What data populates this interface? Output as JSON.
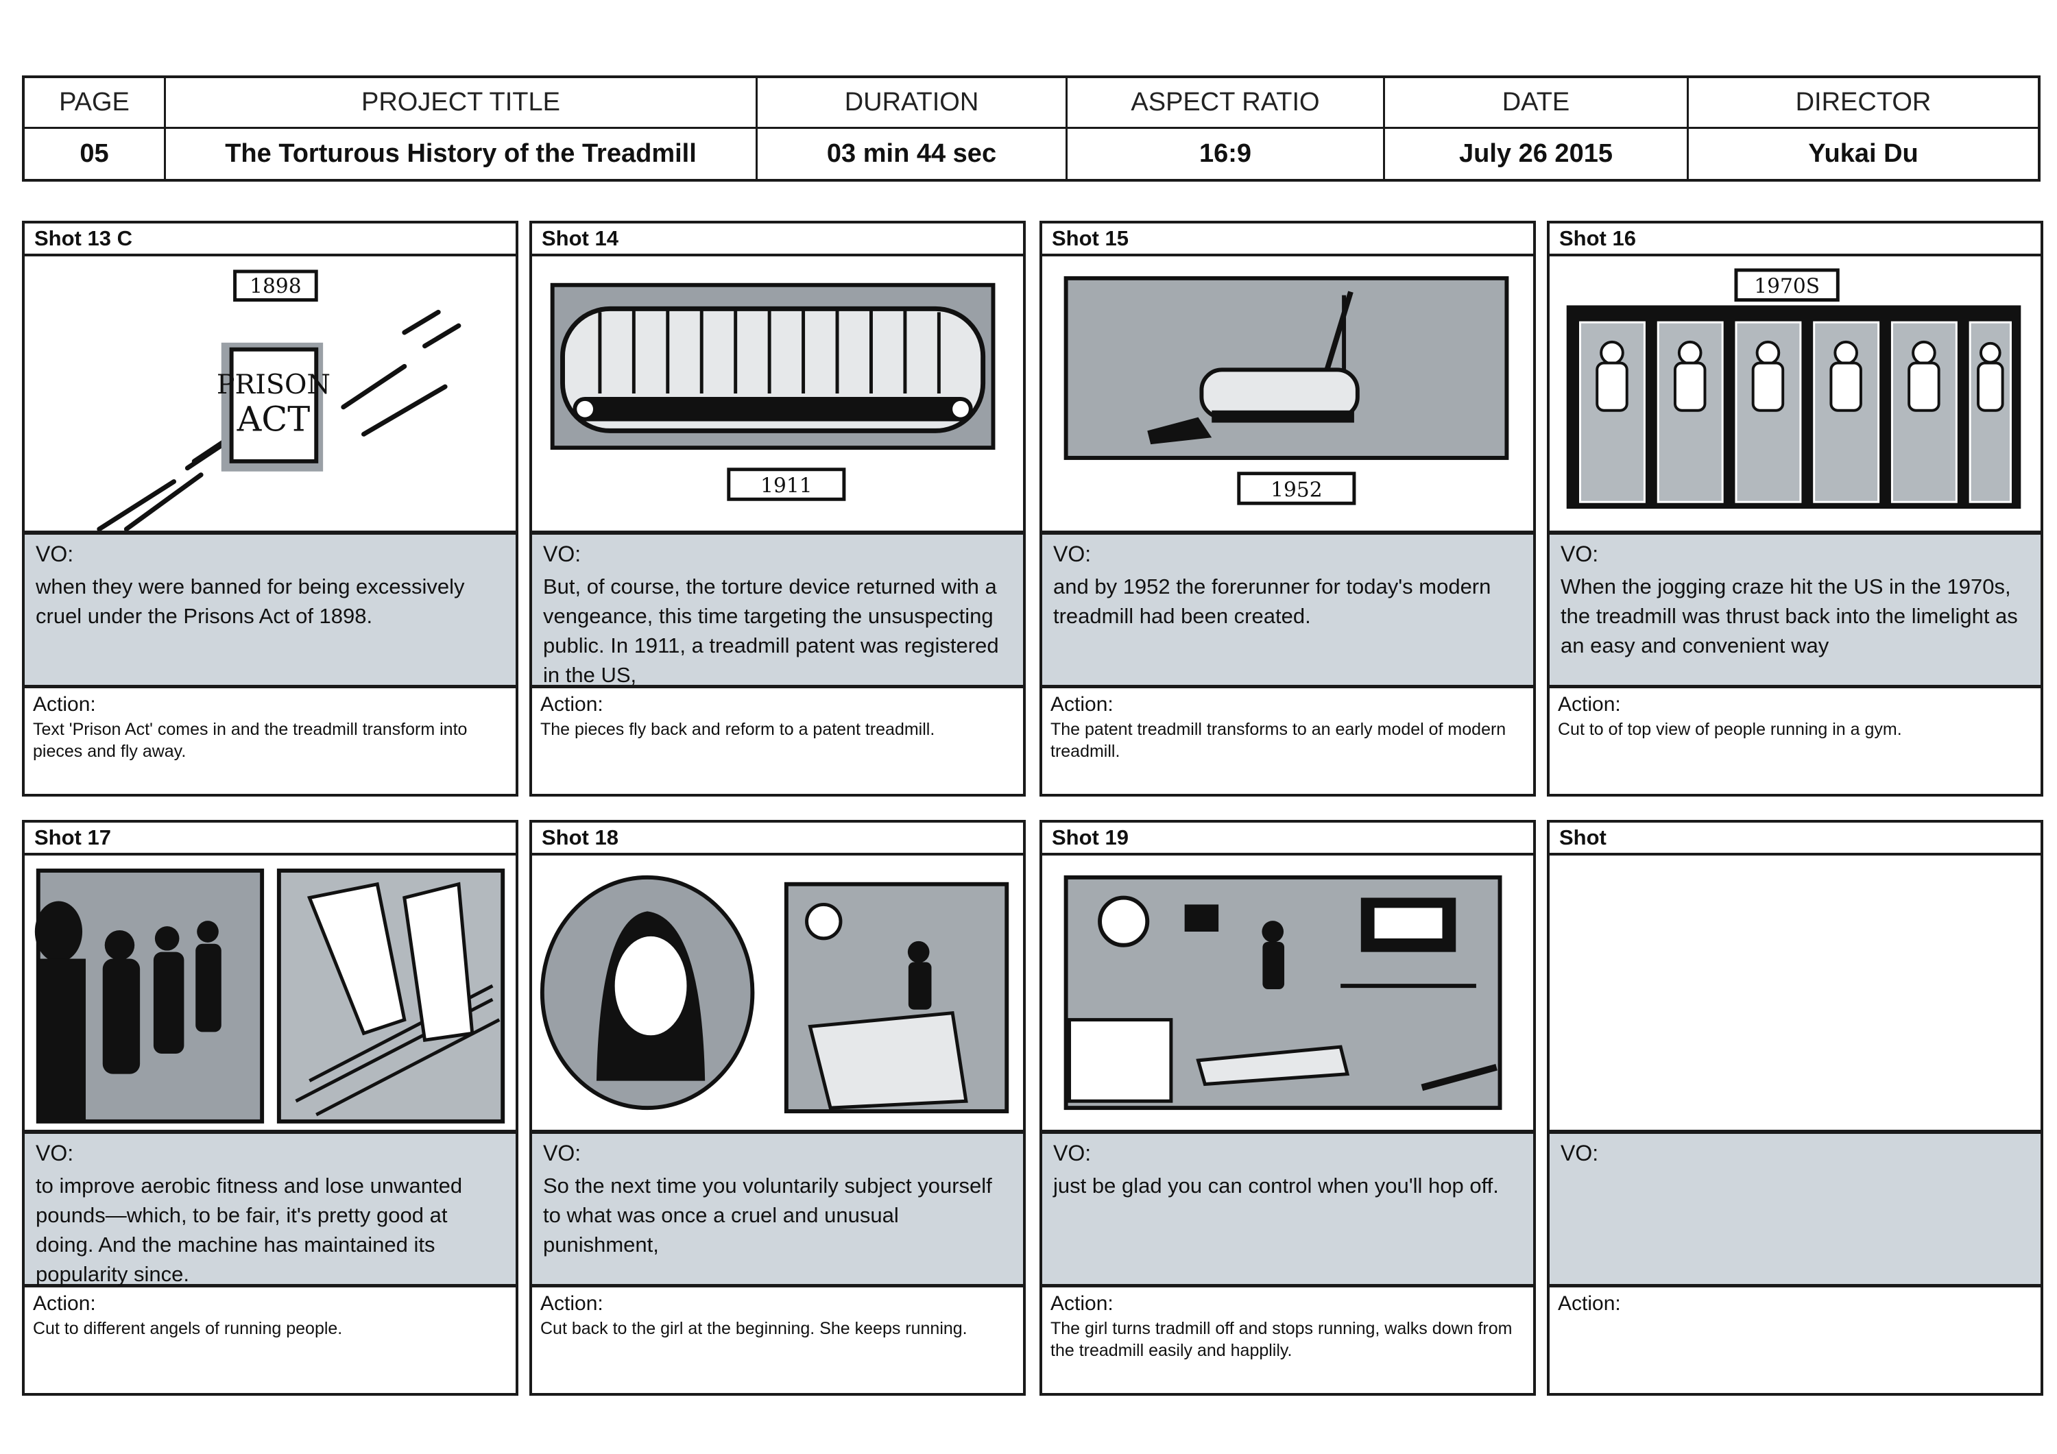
{
  "header": {
    "labels": {
      "page": "PAGE",
      "project_title": "PROJECT TITLE",
      "duration": "DURATION",
      "aspect_ratio": "ASPECT RATIO",
      "date": "DATE",
      "director": "DIRECTOR"
    },
    "values": {
      "page": "05",
      "project_title": "The Torturous History of the Treadmill",
      "duration": "03 min 44 sec",
      "aspect_ratio": "16:9",
      "date": "July 26 2015",
      "director": "Yukai Du"
    }
  },
  "vo_label": "VO:",
  "action_label": "Action:",
  "panels": [
    {
      "shot": "Shot 13 C",
      "sketch_labels": [
        "1898",
        "PRISON",
        "ACT"
      ],
      "vo": "when they were banned for being excessively cruel under the Prisons Act of 1898.",
      "action": "Text 'Prison Act' comes in and the treadmill transform into pieces and fly away."
    },
    {
      "shot": "Shot 14",
      "sketch_labels": [
        "1911"
      ],
      "vo": "But, of course, the torture device returned with a vengeance, this time targeting the unsuspecting public. In 1911, a treadmill patent was registered in the US,",
      "action": "The pieces fly back and reform to a patent treadmill."
    },
    {
      "shot": "Shot 15",
      "sketch_labels": [
        "1952"
      ],
      "vo": "and by 1952 the forerunner for today's modern treadmill had been created.",
      "action": "The patent treadmill transforms to an early model of modern treadmill."
    },
    {
      "shot": "Shot 16",
      "sketch_labels": [
        "1970S"
      ],
      "vo": "When the jogging craze hit the US in the 1970s, the treadmill was thrust back into the limelight as an easy and convenient way",
      "action": "Cut to of top view of people running in a gym."
    },
    {
      "shot": "Shot 17",
      "sketch_labels": [],
      "vo": "to improve aerobic fitness and lose unwanted pounds—which, to be fair, it's pretty good at doing. And the machine has maintained its popularity since.",
      "action": "Cut to different angels of running people."
    },
    {
      "shot": "Shot 18",
      "sketch_labels": [],
      "vo": "So the next time you voluntarily subject yourself to what was once a cruel and unusual punishment,",
      "action": "Cut back to the girl at the beginning. She keeps running."
    },
    {
      "shot": "Shot 19",
      "sketch_labels": [],
      "vo": "just be glad you can control when you'll hop off.",
      "action": "The girl turns tradmill off and stops running, walks down from the treadmill easily and happlily."
    },
    {
      "shot": "Shot",
      "sketch_labels": [],
      "vo": "",
      "action": ""
    }
  ]
}
